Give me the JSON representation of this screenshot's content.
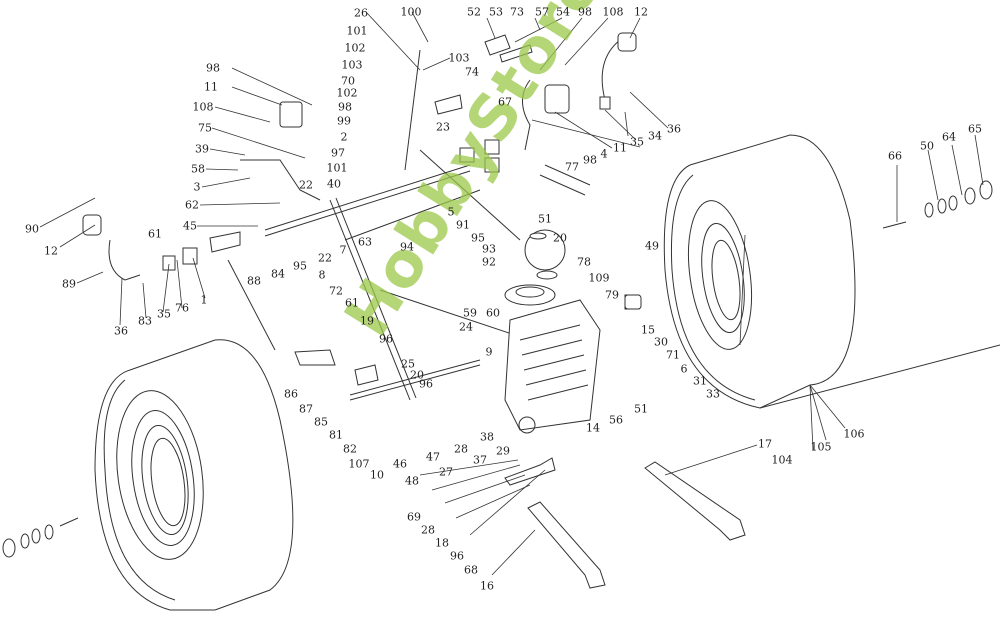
{
  "diagram": {
    "title": "",
    "watermark": "HobbyStore.it",
    "watermark_color": "#9bc94a",
    "part_labels": [
      {
        "id": "l100",
        "text": "100"
      },
      {
        "id": "l26",
        "text": "26"
      },
      {
        "id": "l101a",
        "text": "101"
      },
      {
        "id": "l102a",
        "text": "102"
      },
      {
        "id": "l103a",
        "text": "103"
      },
      {
        "id": "l103b",
        "text": "103"
      },
      {
        "id": "l70",
        "text": "70"
      },
      {
        "id": "l102b",
        "text": "102"
      },
      {
        "id": "l98a",
        "text": "98"
      },
      {
        "id": "l99",
        "text": "99"
      },
      {
        "id": "l2",
        "text": "2"
      },
      {
        "id": "l97",
        "text": "97"
      },
      {
        "id": "l101b",
        "text": "101"
      },
      {
        "id": "l40",
        "text": "40"
      },
      {
        "id": "l23",
        "text": "23"
      },
      {
        "id": "l74",
        "text": "74"
      },
      {
        "id": "l52",
        "text": "52"
      },
      {
        "id": "l53",
        "text": "53"
      },
      {
        "id": "l73",
        "text": "73"
      },
      {
        "id": "l57",
        "text": "57"
      },
      {
        "id": "l54",
        "text": "54"
      },
      {
        "id": "l98b",
        "text": "98"
      },
      {
        "id": "l108a",
        "text": "108"
      },
      {
        "id": "l12a",
        "text": "12"
      },
      {
        "id": "l98c",
        "text": "98"
      },
      {
        "id": "l11a",
        "text": "11"
      },
      {
        "id": "l108b",
        "text": "108"
      },
      {
        "id": "l75",
        "text": "75"
      },
      {
        "id": "l39",
        "text": "39"
      },
      {
        "id": "l58",
        "text": "58"
      },
      {
        "id": "l3",
        "text": "3"
      },
      {
        "id": "l22a",
        "text": "22"
      },
      {
        "id": "l62",
        "text": "62"
      },
      {
        "id": "l45",
        "text": "45"
      },
      {
        "id": "l90",
        "text": "90"
      },
      {
        "id": "l12b",
        "text": "12"
      },
      {
        "id": "l61a",
        "text": "61"
      },
      {
        "id": "l89",
        "text": "89"
      },
      {
        "id": "l36a",
        "text": "36"
      },
      {
        "id": "l83",
        "text": "83"
      },
      {
        "id": "l35a",
        "text": "35"
      },
      {
        "id": "l76",
        "text": "76"
      },
      {
        "id": "l1",
        "text": "1"
      },
      {
        "id": "l88",
        "text": "88"
      },
      {
        "id": "l84",
        "text": "84"
      },
      {
        "id": "l95a",
        "text": "95"
      },
      {
        "id": "l22b",
        "text": "22"
      },
      {
        "id": "l7",
        "text": "7"
      },
      {
        "id": "l63",
        "text": "63"
      },
      {
        "id": "l8",
        "text": "8"
      },
      {
        "id": "l94",
        "text": "94"
      },
      {
        "id": "l72",
        "text": "72"
      },
      {
        "id": "l61b",
        "text": "61"
      },
      {
        "id": "l19",
        "text": "19"
      },
      {
        "id": "l91",
        "text": "91"
      },
      {
        "id": "l95b",
        "text": "95"
      },
      {
        "id": "l93",
        "text": "93"
      },
      {
        "id": "l92",
        "text": "92"
      },
      {
        "id": "l59",
        "text": "59"
      },
      {
        "id": "l60",
        "text": "60"
      },
      {
        "id": "l24",
        "text": "24"
      },
      {
        "id": "l5",
        "text": "5"
      },
      {
        "id": "l67",
        "text": "67"
      },
      {
        "id": "l4",
        "text": "4"
      },
      {
        "id": "l11b",
        "text": "11"
      },
      {
        "id": "l35b",
        "text": "35"
      },
      {
        "id": "l34",
        "text": "34"
      },
      {
        "id": "l36b",
        "text": "36"
      },
      {
        "id": "l98d",
        "text": "98"
      },
      {
        "id": "l77",
        "text": "77"
      },
      {
        "id": "l51a",
        "text": "51"
      },
      {
        "id": "l20a",
        "text": "20"
      },
      {
        "id": "l78",
        "text": "78"
      },
      {
        "id": "l109",
        "text": "109"
      },
      {
        "id": "l79",
        "text": "79"
      },
      {
        "id": "l49",
        "text": "49"
      },
      {
        "id": "l15",
        "text": "15"
      },
      {
        "id": "l30",
        "text": "30"
      },
      {
        "id": "l71",
        "text": "71"
      },
      {
        "id": "l6",
        "text": "6"
      },
      {
        "id": "l31",
        "text": "31"
      },
      {
        "id": "l33",
        "text": "33"
      },
      {
        "id": "l51b",
        "text": "51"
      },
      {
        "id": "l56",
        "text": "56"
      },
      {
        "id": "l14",
        "text": "14"
      },
      {
        "id": "l66",
        "text": "66"
      },
      {
        "id": "l50",
        "text": "50"
      },
      {
        "id": "l64",
        "text": "64"
      },
      {
        "id": "l65",
        "text": "65"
      },
      {
        "id": "l104",
        "text": "104"
      },
      {
        "id": "l105",
        "text": "105"
      },
      {
        "id": "l106",
        "text": "106"
      },
      {
        "id": "l17",
        "text": "17"
      },
      {
        "id": "l96a",
        "text": "96"
      },
      {
        "id": "l86",
        "text": "86"
      },
      {
        "id": "l87",
        "text": "87"
      },
      {
        "id": "l85",
        "text": "85"
      },
      {
        "id": "l81",
        "text": "81"
      },
      {
        "id": "l82",
        "text": "82"
      },
      {
        "id": "l107",
        "text": "107"
      },
      {
        "id": "l10",
        "text": "10"
      },
      {
        "id": "l46",
        "text": "46"
      },
      {
        "id": "l48",
        "text": "48"
      },
      {
        "id": "l47",
        "text": "47"
      },
      {
        "id": "l27",
        "text": "27"
      },
      {
        "id": "l28a",
        "text": "28"
      },
      {
        "id": "l37",
        "text": "37"
      },
      {
        "id": "l38",
        "text": "38"
      },
      {
        "id": "l29",
        "text": "29"
      },
      {
        "id": "l25",
        "text": "25"
      },
      {
        "id": "l20b",
        "text": "20"
      },
      {
        "id": "l96b",
        "text": "96"
      },
      {
        "id": "l9",
        "text": "9"
      },
      {
        "id": "l69",
        "text": "69"
      },
      {
        "id": "l28b",
        "text": "28"
      },
      {
        "id": "l18",
        "text": "18"
      },
      {
        "id": "l96c",
        "text": "96"
      },
      {
        "id": "l68",
        "text": "68"
      },
      {
        "id": "l16",
        "text": "16"
      }
    ]
  }
}
